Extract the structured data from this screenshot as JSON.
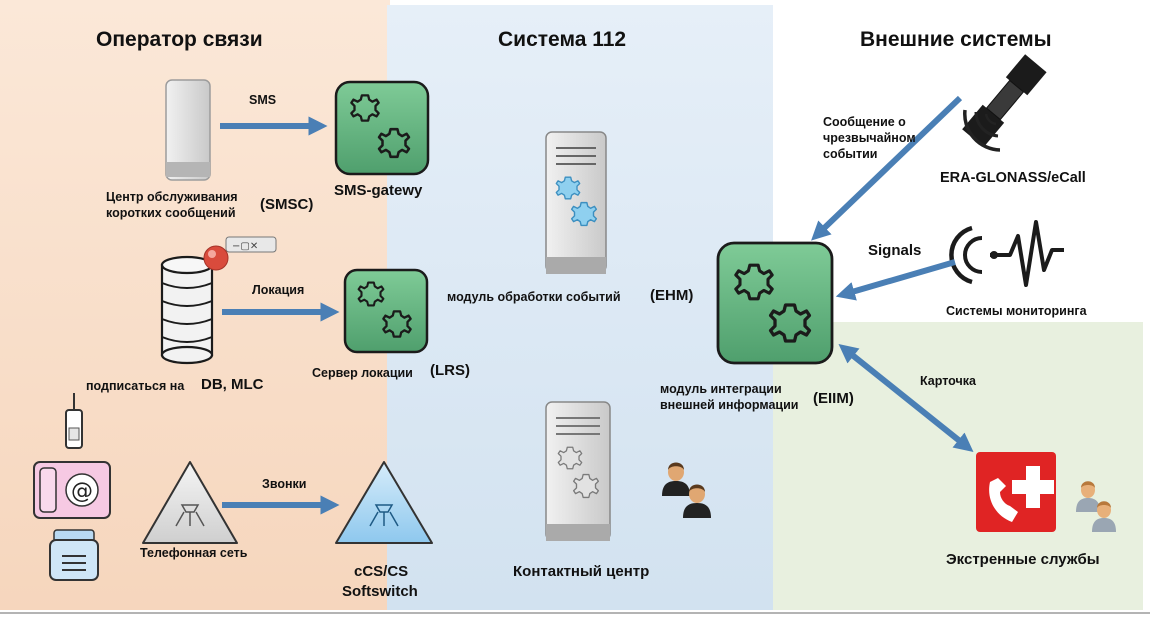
{
  "columns": {
    "operator": "Оператор связи",
    "system112": "Система 112",
    "external": "Внешние системы"
  },
  "operator": {
    "smsc_line1": "Центр обслуживания",
    "smsc_line2": "коротких сообщений",
    "smsc_abbr": "(SMSC)",
    "sms_arrow": "SMS",
    "sms_gateway": "SMS-gatewy",
    "db_label": "подписаться на",
    "db_abbr": "DB, MLC",
    "location_arrow": "Локация",
    "lrs_label": "Сервер локации",
    "lrs_abbr": "(LRS)",
    "phone_net": "Телефонная сеть",
    "calls_arrow": "Звонки",
    "softswitch_line1": "cCS/CS",
    "softswitch_line2": "Softswitch"
  },
  "system112": {
    "ehm_label": "модуль обработки событий",
    "ehm_abbr": "(EHM)",
    "eiim_line1": "модуль интеграции",
    "eiim_line2": "внешней информации",
    "eiim_abbr": "(EIIM)",
    "contact_center": "Контактный центр"
  },
  "external": {
    "emergency_msg_line1": "Сообщение о",
    "emergency_msg_line2": "чрезвычайном",
    "emergency_msg_line3": "событии",
    "era_glonass": "ERA-GLONASS/eCall",
    "signals": "Signals",
    "monitoring": "Системы мониторинга",
    "card": "Карточка",
    "emergency_services": "Экстренные службы"
  },
  "colors": {
    "operator_bg": "#f9e2cf",
    "system_bg": "#dbe8f3",
    "services_bg": "#e8f0df",
    "arrow": "#4a7fb5",
    "gear_box": "#6dbb8a",
    "gear_box_dark": "#4f9c6c",
    "emergency_red": "#e02424"
  }
}
